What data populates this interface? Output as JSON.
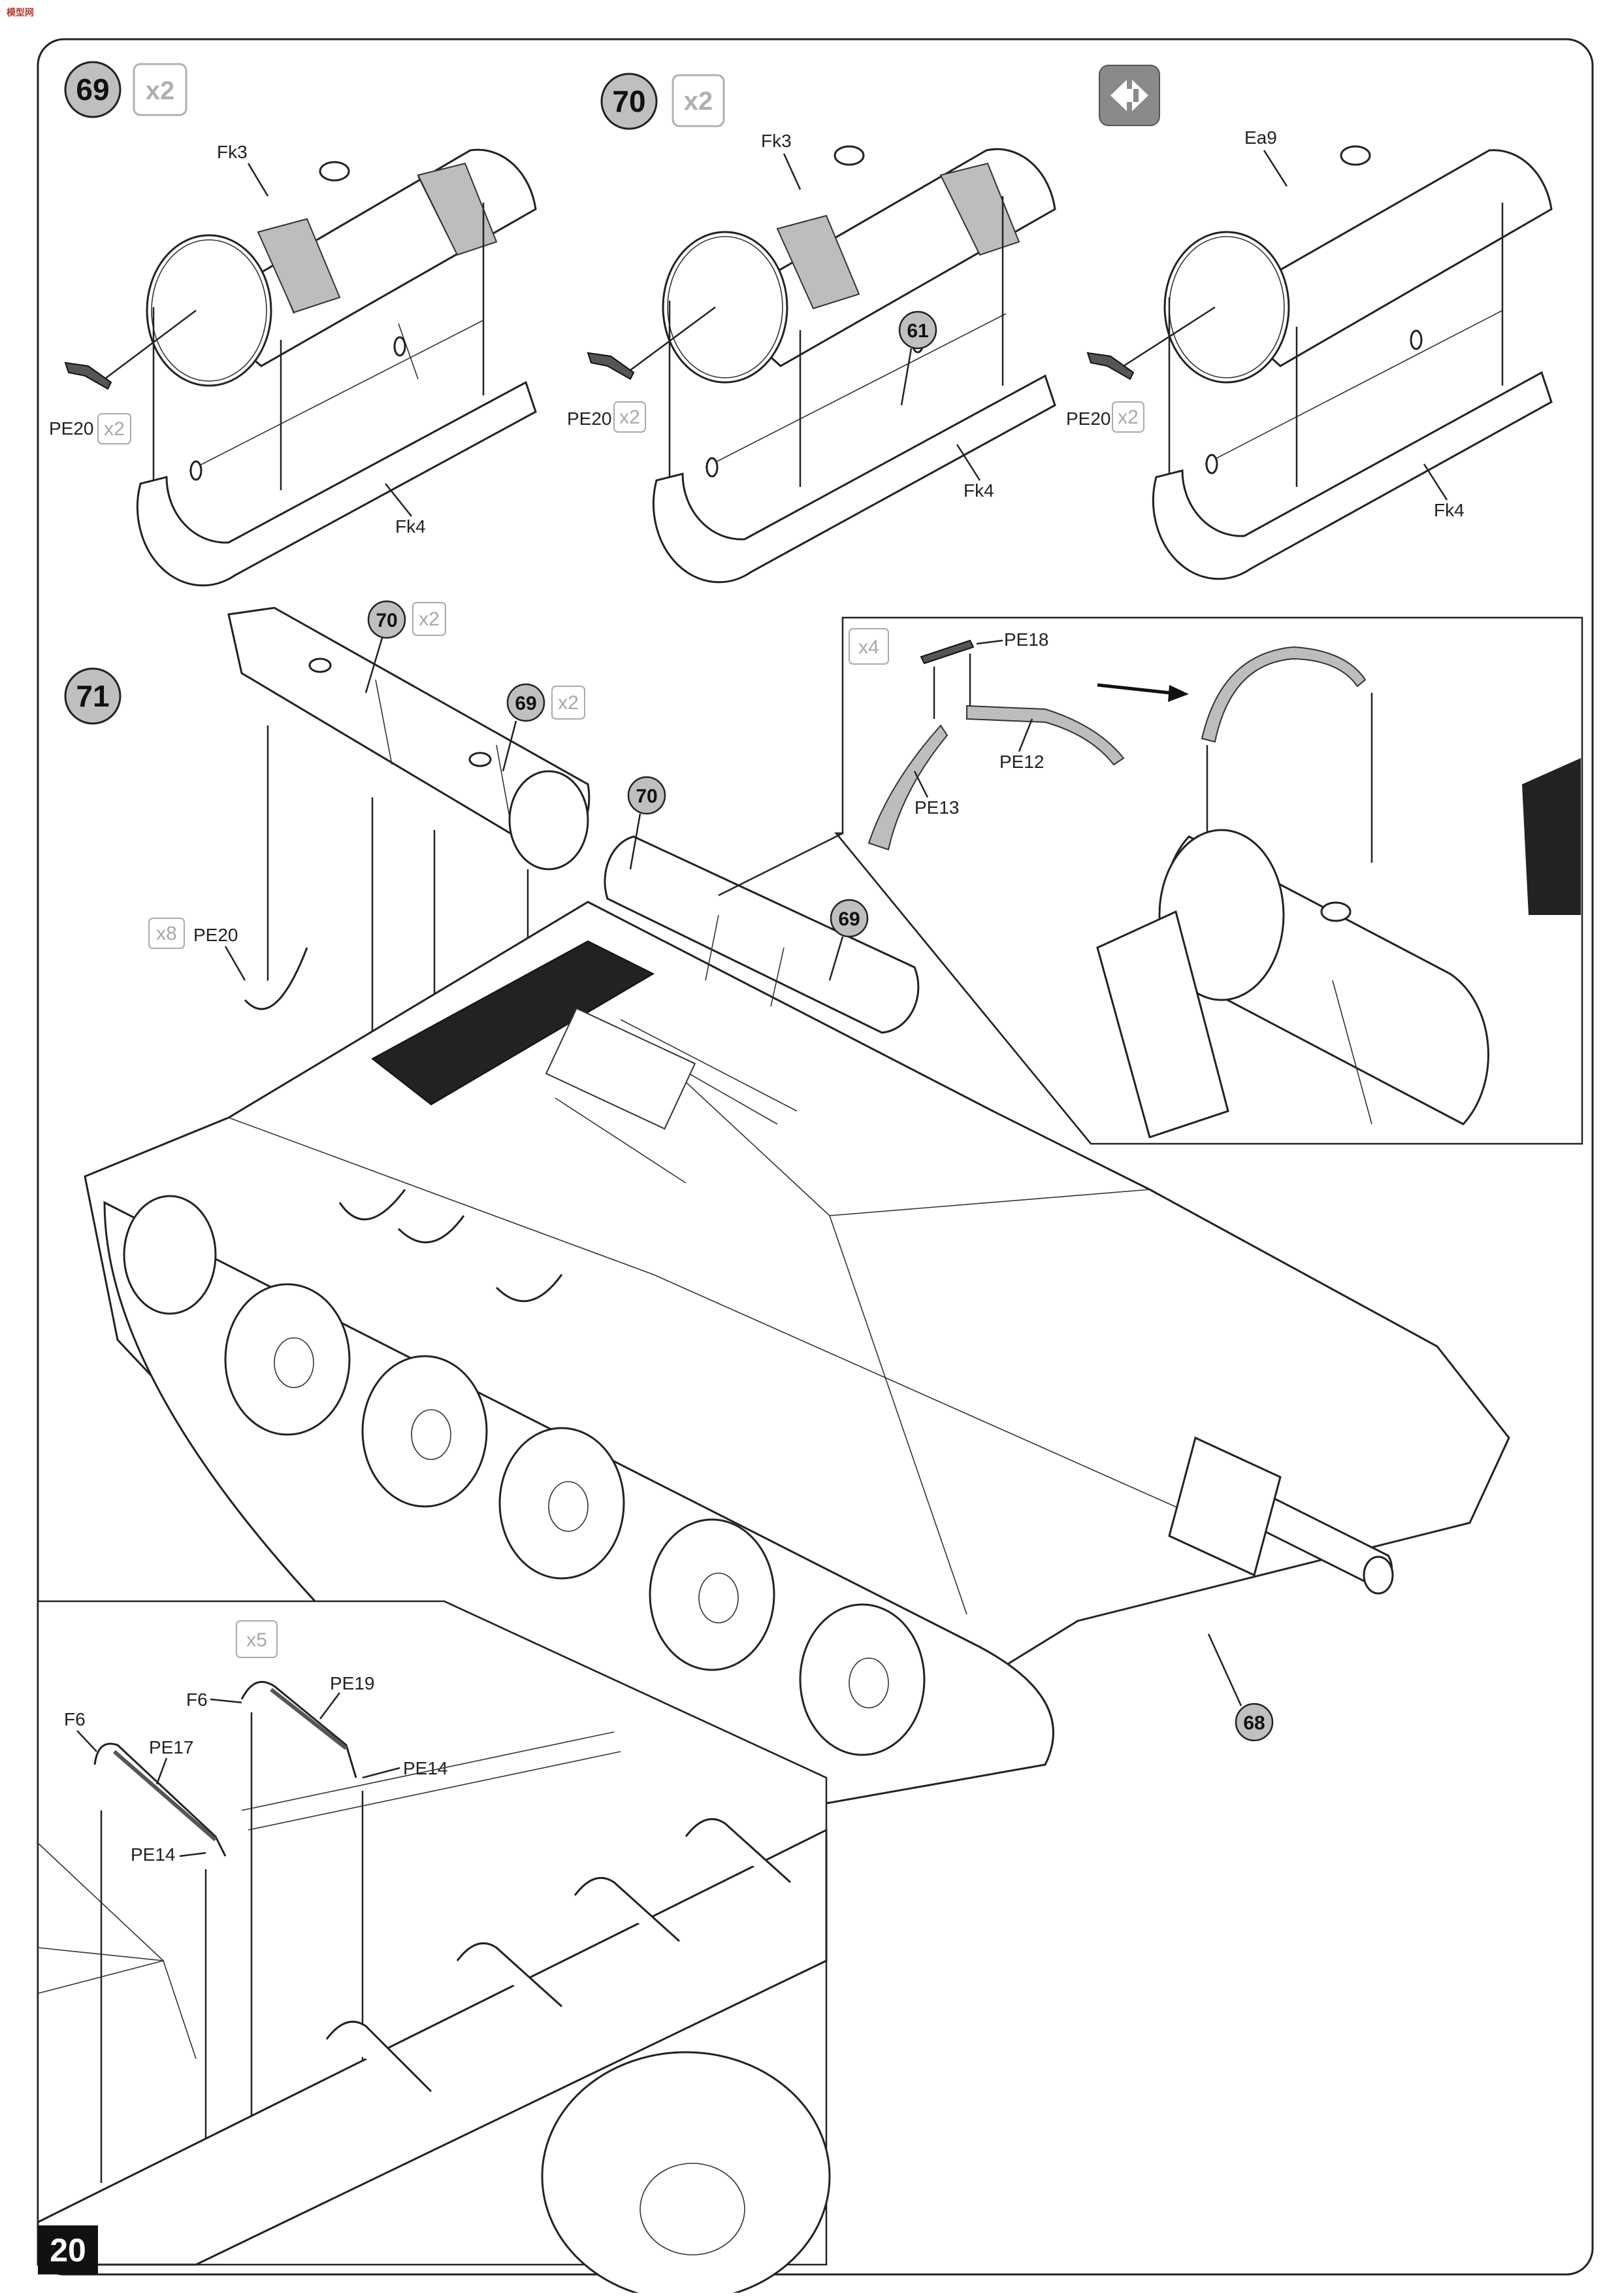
{
  "page": {
    "number": "20",
    "logo_text": "模型网"
  },
  "steps": [
    {
      "id": "step69",
      "number": "69",
      "multiplier": "x2",
      "parts": {
        "tank": "Fk3",
        "tray": "Fk4",
        "strap": "PE20",
        "strap_mult": "x2"
      }
    },
    {
      "id": "step70",
      "number": "70",
      "multiplier": "x2",
      "parts": {
        "tank": "Fk3",
        "tray": "Fk4",
        "strap": "PE20",
        "strap_mult": "x2",
        "ref": "61"
      }
    },
    {
      "id": "step-alt",
      "number": "",
      "parts": {
        "tank": "Ea9",
        "tray": "Fk4",
        "strap": "PE20",
        "strap_mult": "x2"
      }
    },
    {
      "id": "step71",
      "number": "71",
      "labels": {
        "ref70_tank": "70",
        "ref70_mult": "x2",
        "ref69_tank": "69",
        "ref69_mult": "x2",
        "ref70_hull": "70",
        "ref69_hull": "69",
        "ref68": "68",
        "pe20_mult": "x8",
        "pe20": "PE20"
      },
      "detail": {
        "mult": "x4",
        "pe18": "PE18",
        "pe12": "PE12",
        "pe13": "PE13"
      },
      "lower_detail": {
        "mult": "x5",
        "f6a": "F6",
        "f6b": "F6",
        "pe17": "PE17",
        "pe19": "PE19",
        "pe14a": "PE14",
        "pe14b": "PE14"
      }
    }
  ],
  "icons": {
    "alternative": "swap-arrows-icon"
  },
  "colors": {
    "grey_circle": "#bfbfbf",
    "frame": "#222222",
    "multiplier": "#b0b0b0"
  }
}
